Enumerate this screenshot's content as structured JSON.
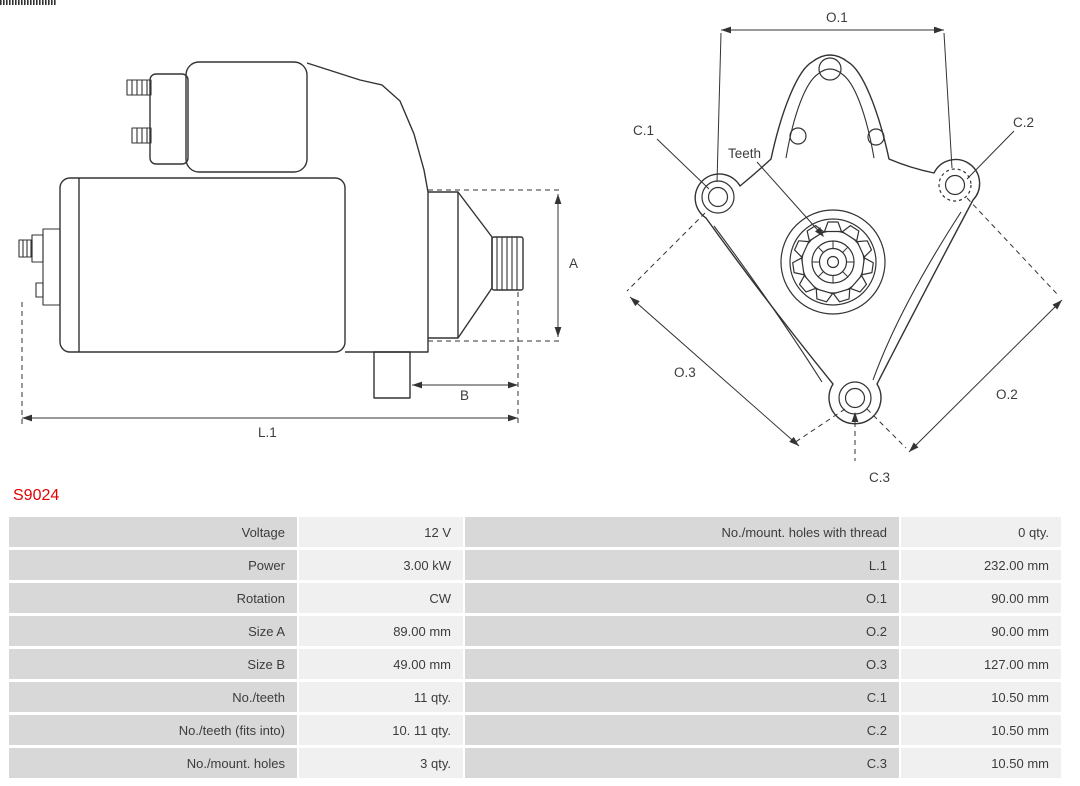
{
  "part_number": "S9024",
  "colors": {
    "part_number_red": "#e30000",
    "label_cell_bg": "#d8d8d8",
    "value_cell_bg": "#f0f0f0",
    "table_text": "#3c3c3c",
    "drawing_line": "#333333"
  },
  "diagram": {
    "side_view_labels": {
      "A": "A",
      "B": "B",
      "L1": "L.1"
    },
    "front_view_labels": {
      "O1": "O.1",
      "O2": "O.2",
      "O3": "O.3",
      "C1": "C.1",
      "C2": "C.2",
      "C3": "C.3",
      "teeth": "Teeth"
    }
  },
  "table": {
    "rows": [
      {
        "label_left": "Voltage",
        "value_left": "12 V",
        "label_right": "No./mount. holes with thread",
        "value_right": "0 qty."
      },
      {
        "label_left": "Power",
        "value_left": "3.00 kW",
        "label_right": "L.1",
        "value_right": "232.00 mm"
      },
      {
        "label_left": "Rotation",
        "value_left": "CW",
        "label_right": "O.1",
        "value_right": "90.00 mm"
      },
      {
        "label_left": "Size A",
        "value_left": "89.00 mm",
        "label_right": "O.2",
        "value_right": "90.00 mm"
      },
      {
        "label_left": "Size B",
        "value_left": "49.00 mm",
        "label_right": "O.3",
        "value_right": "127.00 mm"
      },
      {
        "label_left": "No./teeth",
        "value_left": "11 qty.",
        "label_right": "C.1",
        "value_right": "10.50 mm"
      },
      {
        "label_left": "No./teeth (fits into)",
        "value_left": "10. 11 qty.",
        "label_right": "C.2",
        "value_right": "10.50 mm"
      },
      {
        "label_left": "No./mount. holes",
        "value_left": "3 qty.",
        "label_right": "C.3",
        "value_right": "10.50 mm"
      }
    ]
  }
}
